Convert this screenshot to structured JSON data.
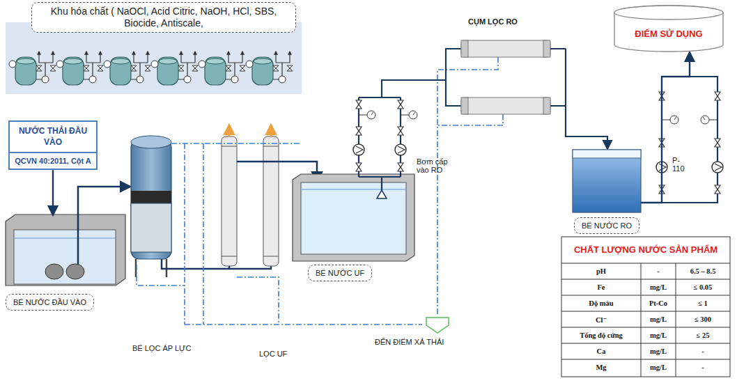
{
  "diagram": {
    "nodes": [
      {
        "text": [
          "Khu hóa chất ( NaOCl, Acid Citric, NaOH, HCl, SBS, Biocide, Antiscale,"
        ]
      },
      {
        "text": [
          "NƯỚC THẢI ĐẦU VÀO",
          "QCVN 40:2011, Cột A"
        ]
      },
      {
        "text": [
          "BỂ NƯỚC ĐẦU VÀO"
        ]
      },
      {
        "text": [
          "BỂ NƯỚC UF"
        ]
      },
      {
        "text": [
          "ĐẾN ĐIỂM XẢ THẢI"
        ]
      },
      {
        "text": [
          "BỂ NƯỚC RO"
        ]
      },
      {
        "text": [
          "ĐIỂM SỬ DỤNG"
        ]
      },
      {
        "text": [
          "CHẤT LƯỢNG NƯỚC SẢN PHẨM"
        ]
      }
    ],
    "edges": [
      {
        "from": 1,
        "to": 2,
        "arrow": "to"
      },
      {
        "from": 5,
        "to": 6,
        "arrow": "to"
      }
    ],
    "labels": [
      "CỤM LỌC RO",
      "Bơm cấp vào RO",
      "P- 110",
      "BỂ LỌC ÁP LỰC",
      "LỌC UF",
      "pH",
      "-",
      "6.5 – 8.5",
      "Fe",
      "mg/L",
      "≤ 0.05",
      "Độ màu",
      "Pt-Co",
      "≤ 1",
      "Cl⁻",
      "mg/L",
      "≤ 300",
      "Tổng độ cứng",
      "mg/L",
      "≤ 25",
      "Ca",
      "mg/L",
      "-",
      "Mg",
      "mg/L",
      "-"
    ]
  }
}
